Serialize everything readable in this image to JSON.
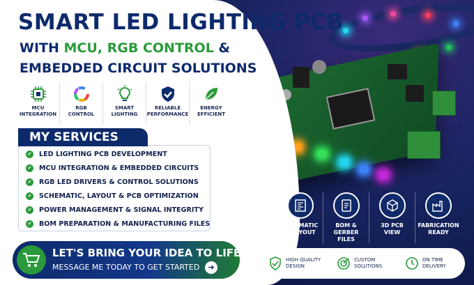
{
  "title": {
    "line1": "SMART LED LIGHTING PCB",
    "line2_prefix": "WITH ",
    "line2_highlight": "MCU, RGB CONTROL",
    "line2_suffix": " &",
    "line3": "EMBEDDED CIRCUIT SOLUTIONS"
  },
  "features": [
    {
      "icon": "mcu-chip-icon",
      "label": "MCU\nINTEGRATION"
    },
    {
      "icon": "rgb-ring-icon",
      "label": "RGB\nCONTROL"
    },
    {
      "icon": "bulb-icon",
      "label": "SMART\nLIGHTING"
    },
    {
      "icon": "shield-check-icon",
      "label": "RELIABLE\nPERFORMANCE"
    },
    {
      "icon": "leaf-icon",
      "label": "ENERGY\nEFFICIENT"
    }
  ],
  "services": {
    "heading": "MY SERVICES",
    "items": [
      "LED LIGHTING PCB DEVELOPMENT",
      "MCU INTEGRATION & EMBEDDED CIRCUITS",
      "RGB LED DRIVERS & CONTROL SOLUTIONS",
      "SCHEMATIC, LAYOUT & PCB OPTIMIZATION",
      "POWER MANAGEMENT & SIGNAL INTEGRITY",
      "BOM PREPARATION & MANUFACTURING FILES"
    ]
  },
  "cta": {
    "headline": "LET'S BRING YOUR IDEA TO LIFE!",
    "subline": "MESSAGE ME TODAY TO GET STARTED"
  },
  "pcb_features": [
    {
      "icon": "schematic-icon",
      "label": "SCHEMATIC\n& LAYOUT"
    },
    {
      "icon": "files-icon",
      "label": "BOM & GERBER\nFILES"
    },
    {
      "icon": "cube-icon",
      "label": "3D PCB\nVIEW"
    },
    {
      "icon": "factory-icon",
      "label": "FABRICATION\nREADY"
    }
  ],
  "badges": [
    {
      "icon": "quality-shield-icon",
      "label": "HIGH QUALITY\nDESIGN"
    },
    {
      "icon": "target-icon",
      "label": "CUSTOM\nSOLUTIONS"
    },
    {
      "icon": "clock-icon",
      "label": "ON TIME\nDELIVERY"
    }
  ],
  "colors": {
    "navy": "#0d2a6b",
    "green": "#2a9b3a",
    "white": "#ffffff"
  },
  "led_colors": [
    "#ff3b2f",
    "#ff9f1c",
    "#34e05a",
    "#22d3ee",
    "#3b82f6",
    "#c026d3"
  ]
}
